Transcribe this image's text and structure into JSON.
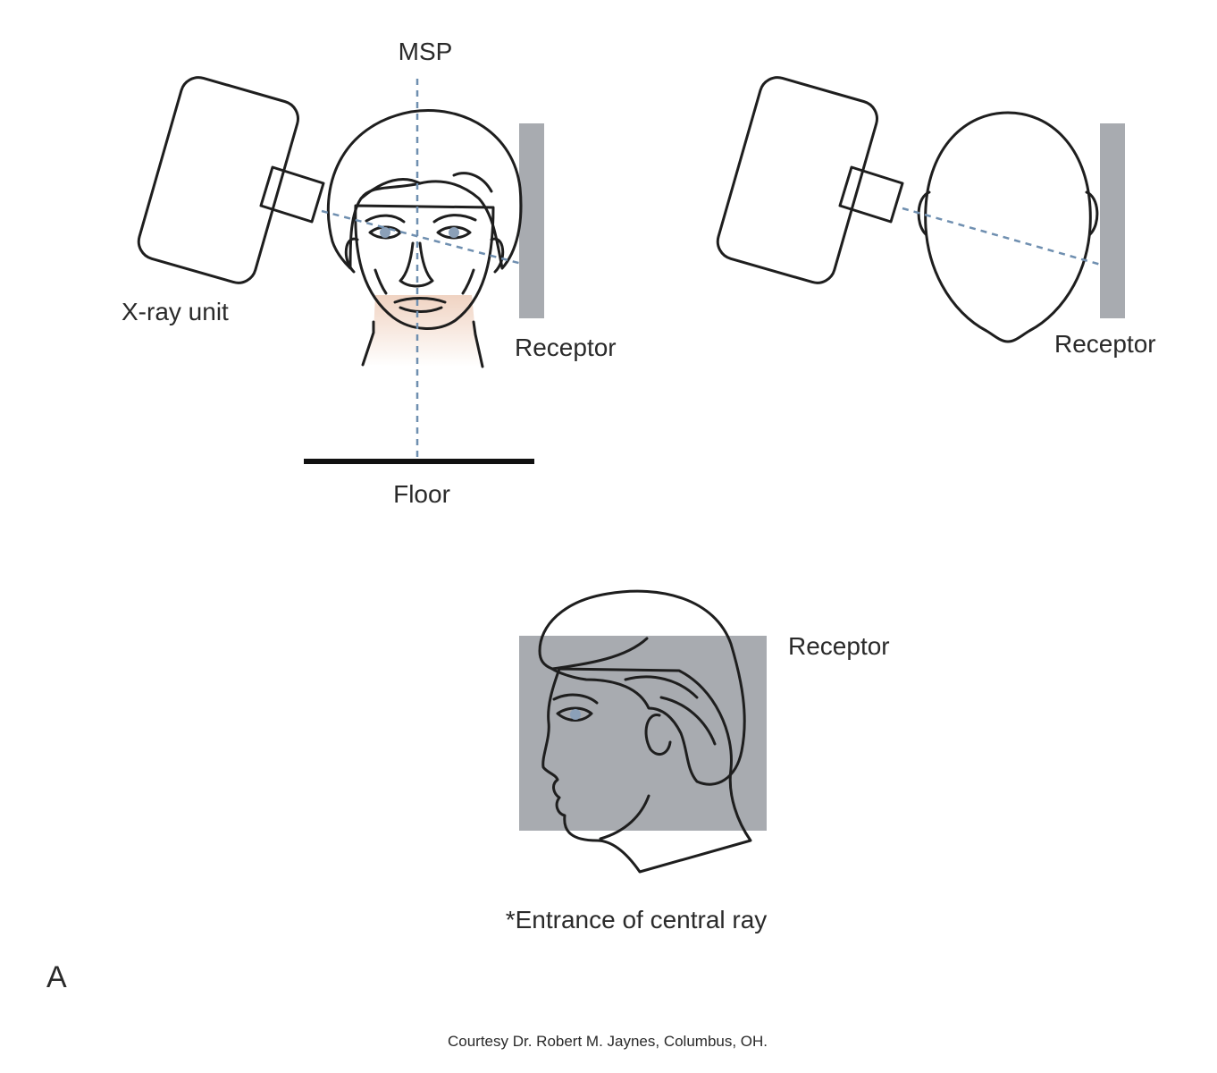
{
  "labels": {
    "msp": "MSP",
    "xray_unit": "X-ray unit",
    "receptor_front": "Receptor",
    "receptor_top": "Receptor",
    "receptor_side": "Receptor",
    "floor": "Floor",
    "entrance_note": "*Entrance of central ray",
    "panel_letter": "A",
    "credit": "Courtesy Dr. Robert M. Jaynes, Columbus, OH."
  },
  "colors": {
    "hair": "#f3d98a",
    "skin": "#f0d3c2",
    "receptor": "#a8abb0",
    "unit_body": "#e7e9ec",
    "unit_cone": "#b9bcc1",
    "dashed_line": "#6f8fb0",
    "floor": "#111111"
  }
}
